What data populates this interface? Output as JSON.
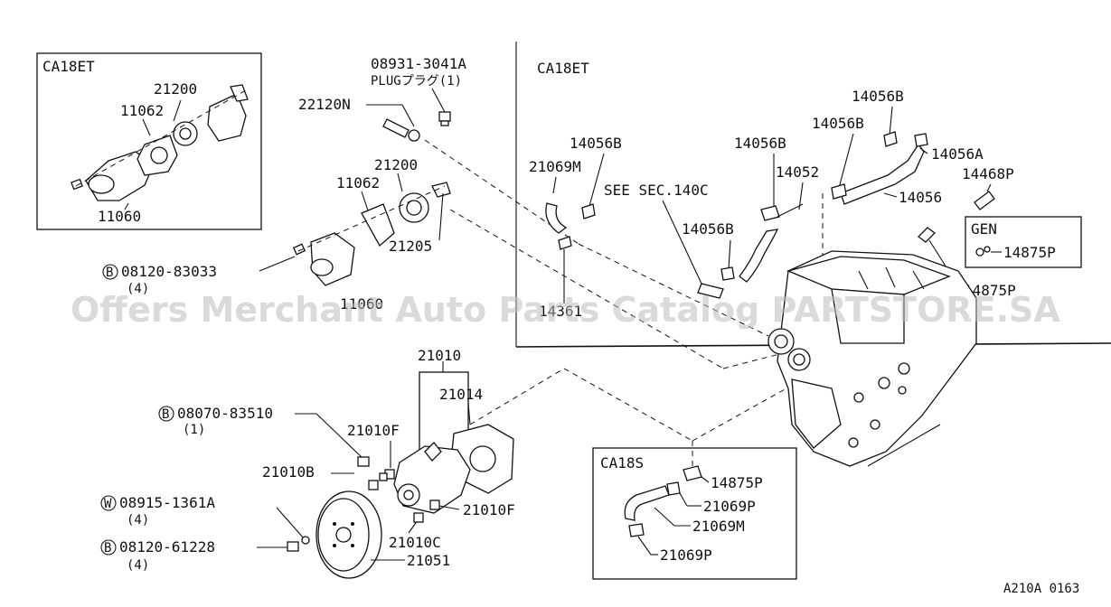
{
  "diagram": {
    "watermark": "Offers Merchant Auto Parts Catalog PARTSTORE.SA",
    "figure_code": "A210A 0163",
    "boxes": {
      "ca18et_inset": "CA18ET",
      "ca18et_section": "CA18ET",
      "gen": "GEN",
      "ca18s": "CA18S"
    },
    "callouts": {
      "p08931": "08931-3041A",
      "plug": "PLUGプラグ(1)",
      "p22120n": "22120N",
      "p21200_inset": "21200",
      "p11062_inset": "11062",
      "p11060": "11060",
      "p21200": "21200",
      "p11062": "11062",
      "p21205": "21205",
      "p08120_83033": "08120-83033",
      "qty4_a": "(4)",
      "p11060_b": "11060",
      "p21069m_top": "21069M",
      "p14056b_1": "14056B",
      "see_sec": "SEE SEC.140C",
      "p14056b_2": "14056B",
      "p14056b_3": "14056B",
      "p14056b_4": "14056B",
      "p14052": "14052",
      "p14056b_5": "14056B",
      "p14056a": "14056A",
      "p14056": "14056",
      "p14468p": "14468P",
      "p14875p_gen": "14875P",
      "p14875p": "14875P",
      "p14361": "14361",
      "p21010": "21010",
      "p21014": "21014",
      "p08070": "08070-83510",
      "qty1": "(1)",
      "p21010f_a": "21010F",
      "p21010b": "21010B",
      "p08915": "08915-1361A",
      "qty4_b": "(4)",
      "p08120_61228": "08120-61228",
      "qty4_c": "(4)",
      "p21010c": "21010C",
      "p21010f_b": "21010F",
      "p21051": "21051",
      "p14875p_s": "14875P",
      "p21069p_a": "21069P",
      "p21069m_s": "21069M",
      "p21069p_b": "21069P"
    },
    "markers": {
      "b": "B",
      "w": "W"
    }
  }
}
